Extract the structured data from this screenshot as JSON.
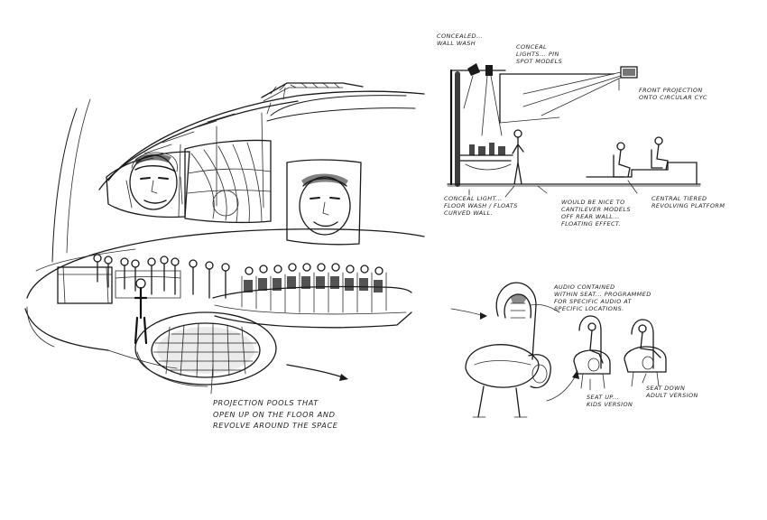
{
  "annotations": {
    "concealed_wall_wash": "CONCEALED...\nWALL WASH",
    "conceal_lights_pin_spot": "CONCEAL\nLIGHTS... PIN\nSPOT MODELS",
    "front_projection": "FRONT PROJECTION\nONTO CIRCULAR CYC",
    "conceal_light_floor_wash": "CONCEAL LIGHT...\nFLOOR WASH / FLOATS\nCURVED WALL.",
    "would_be_nice": "WOULD BE NICE TO\nCANTILEVER MODELS\nOFF REAR WALL...\nFLOATING EFFECT.",
    "central_tiered_platform": "CENTRAL TIERED\nREVOLVING PLATFORM",
    "audio_contained": "AUDIO CONTAINED\nWITHIN SEAT... PROGRAMMED\nFOR SPECIFIC AUDIO AT\nSPECIFIC LOCATIONS.",
    "seat_up_kids": "SEAT UP...\nKIDS VERSION",
    "seat_down_adult": "SEAT DOWN\nADULT VERSION",
    "projection_pools": "PROJECTION POOLS THAT\nOPEN UP ON THE FLOOR AND\nREVOLVE AROUND THE SPACE"
  },
  "colors": {
    "ink": "#1a1a1a",
    "paper": "#ffffff",
    "shade": "#9a9a9a"
  }
}
